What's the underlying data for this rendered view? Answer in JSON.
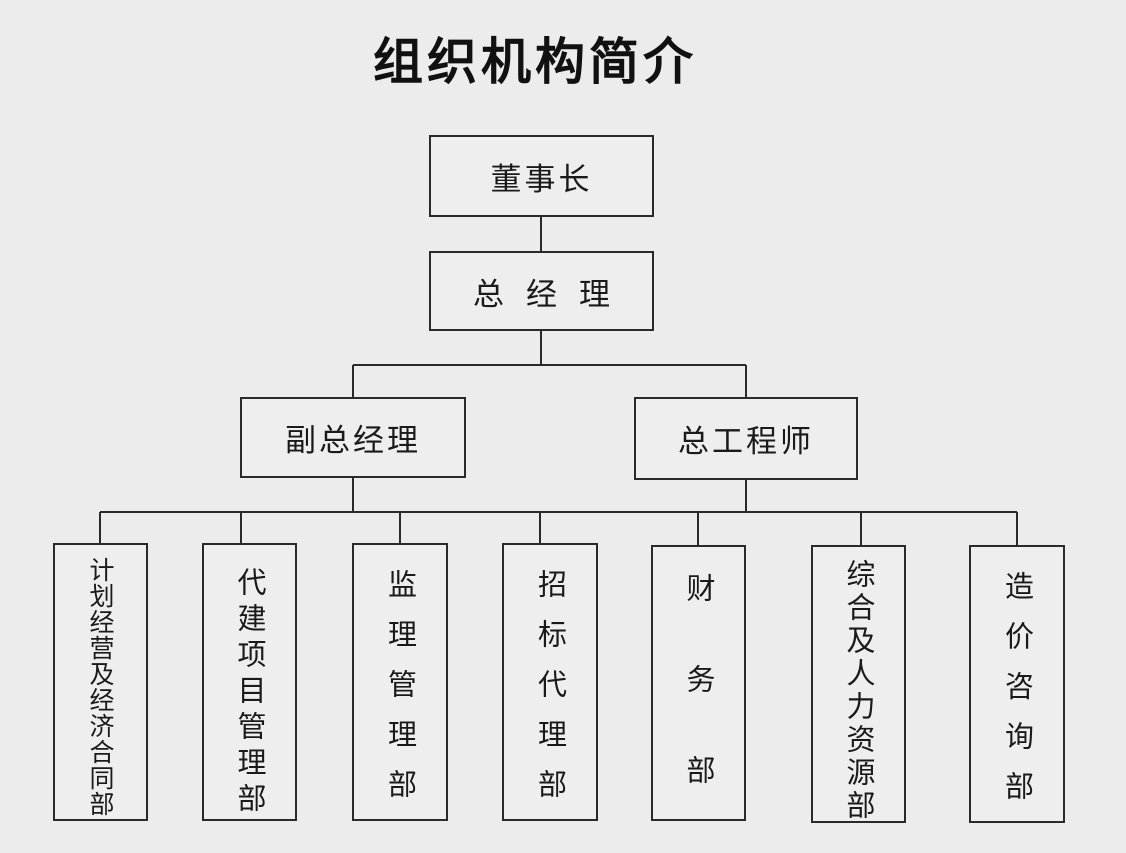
{
  "title": "组织机构简介",
  "levels": {
    "chairman": "董事长",
    "general_manager": "总经理",
    "deputy_general_manager": "副总经理",
    "chief_engineer": "总工程师"
  },
  "departments": [
    "计划经营及经济合同部",
    "代建项目管理部",
    "监理管理部",
    "招标代理部",
    "财务部",
    "综合及人力资源部",
    "造价咨询部"
  ]
}
